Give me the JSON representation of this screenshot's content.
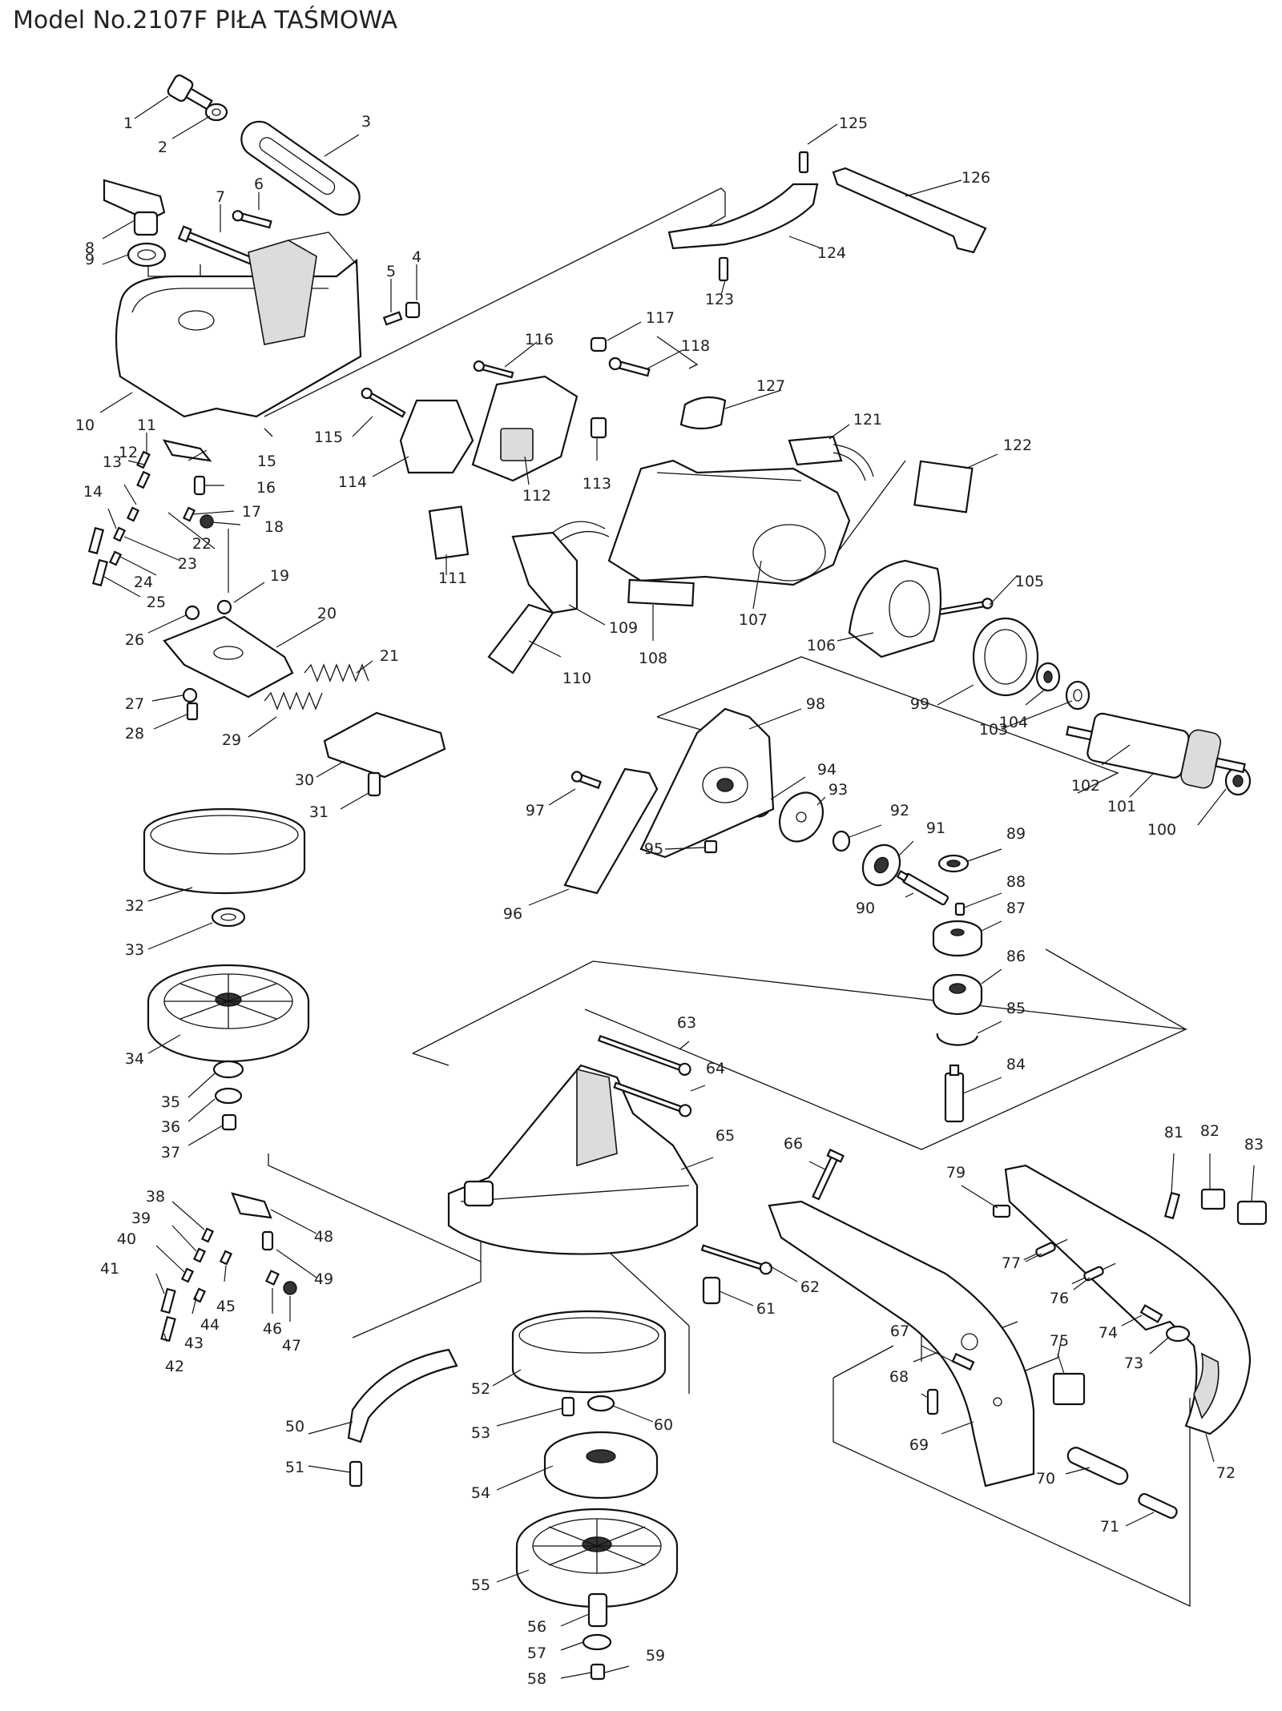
{
  "title": "Model No.2107F PIŁA TAŚMOWA",
  "parts": [
    "1",
    "2",
    "3",
    "4",
    "5",
    "6",
    "7",
    "8",
    "9",
    "10",
    "11",
    "12",
    "13",
    "14",
    "15",
    "16",
    "17",
    "18",
    "19",
    "20",
    "21",
    "22",
    "23",
    "24",
    "25",
    "26",
    "27",
    "28",
    "29",
    "30",
    "31",
    "32",
    "33",
    "34",
    "35",
    "36",
    "37",
    "38",
    "39",
    "40",
    "41",
    "42",
    "43",
    "44",
    "45",
    "46",
    "47",
    "48",
    "49",
    "50",
    "51",
    "52",
    "53",
    "54",
    "55",
    "56",
    "57",
    "58",
    "59",
    "60",
    "61",
    "62",
    "63",
    "64",
    "65",
    "66",
    "67",
    "68",
    "69",
    "70",
    "71",
    "72",
    "73",
    "74",
    "75",
    "76",
    "77",
    "79",
    "81",
    "82",
    "83",
    "84",
    "85",
    "86",
    "87",
    "88",
    "89",
    "90",
    "91",
    "92",
    "93",
    "94",
    "95",
    "96",
    "97",
    "98",
    "99",
    "100",
    "101",
    "102",
    "103",
    "104",
    "105",
    "106",
    "107",
    "108",
    "109",
    "110",
    "111",
    "112",
    "113",
    "114",
    "115",
    "116",
    "117",
    "118",
    "121",
    "122",
    "123",
    "124",
    "125",
    "126",
    "127"
  ]
}
